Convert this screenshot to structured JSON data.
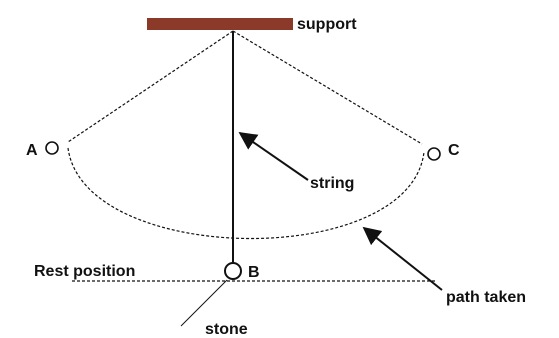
{
  "labels": {
    "support": "support",
    "point_a": "A",
    "point_b": "B",
    "point_c": "C",
    "string": "string",
    "path_taken": "path taken",
    "rest_position": "Rest position",
    "stone": "stone"
  },
  "colors": {
    "support_bar": "#8B3A2A",
    "line": "#111111",
    "text": "#111111"
  }
}
